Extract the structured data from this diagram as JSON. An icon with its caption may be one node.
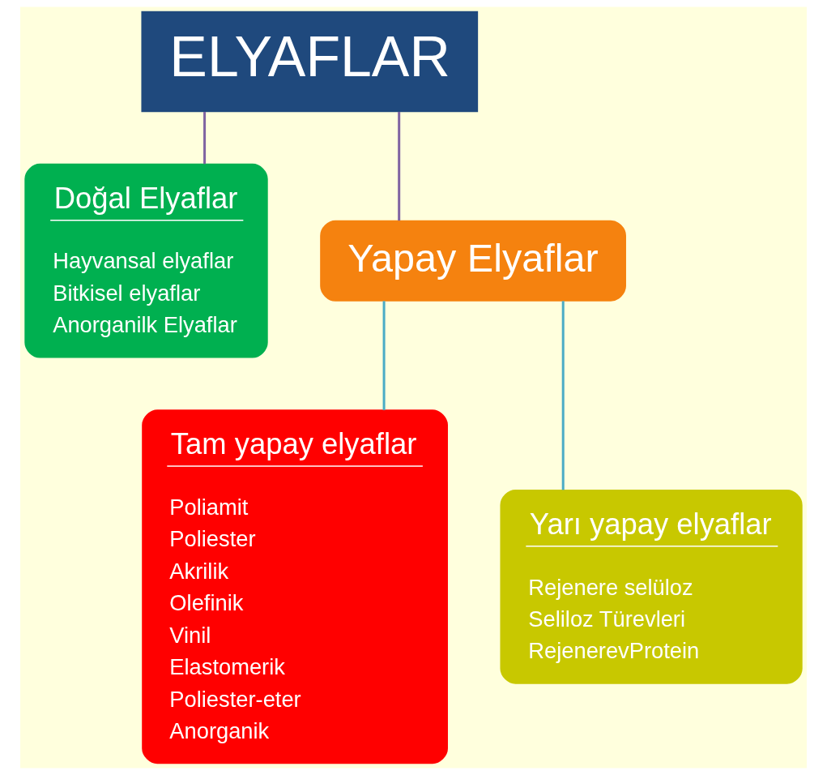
{
  "diagram": {
    "nodes": [
      {
        "text": [
          "ELYAFLAR"
        ]
      },
      {
        "text": [
          "Doğal Elyaflar",
          "Hayvansal elyaflar",
          "Bitkisel elyaflar",
          "Anorganilk Elyaflar"
        ]
      },
      {
        "text": [
          "Yapay Elyaflar"
        ]
      },
      {
        "text": [
          "Tam yapay elyaflar",
          "Poliamit",
          "Poliester",
          "Akrilik",
          "Olefinik",
          "Vinil",
          "Elastomerik",
          "Poliester-eter",
          "Anorganik"
        ]
      },
      {
        "text": [
          "Yarı yapay elyaflar",
          "Rejenere selüloz",
          "Seliloz Türevleri",
          "RejenerevProtein"
        ]
      }
    ],
    "edges": [
      {
        "from": 0,
        "to": 1,
        "arrow": "none",
        "color": "#8064a2"
      },
      {
        "from": 0,
        "to": 2,
        "arrow": "none",
        "color": "#8064a2"
      },
      {
        "from": 2,
        "to": 3,
        "arrow": "none",
        "color": "#4bacc6"
      },
      {
        "from": 2,
        "to": 4,
        "arrow": "none",
        "color": "#4bacc6"
      }
    ]
  }
}
